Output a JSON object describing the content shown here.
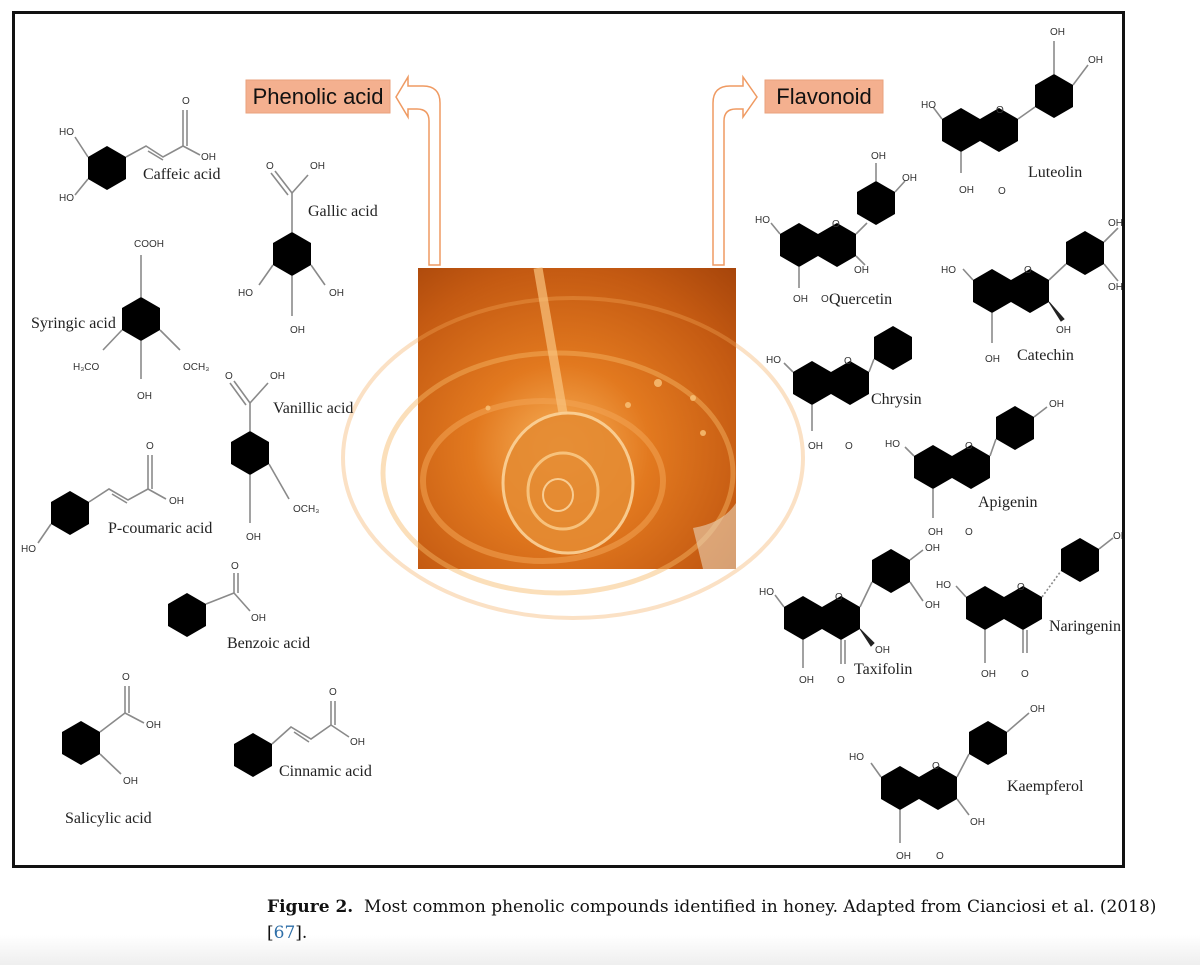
{
  "figure": {
    "categories": {
      "phenolic_acid": "Phenolic acid",
      "flavonoid": "Flavonoid"
    },
    "image_alt": "Honey dripping from a spoon",
    "phenolic_acids": [
      {
        "name": "Caffeic acid",
        "groups": [
          "HO",
          "HO",
          "O",
          "OH"
        ]
      },
      {
        "name": "Gallic acid",
        "groups": [
          "O",
          "OH",
          "HO",
          "OH",
          "OH"
        ]
      },
      {
        "name": "Syringic acid",
        "groups": [
          "COOH",
          "H3CO",
          "OCH3",
          "OH"
        ]
      },
      {
        "name": "Vanillic acid",
        "groups": [
          "O",
          "OH",
          "OCH3",
          "OH"
        ]
      },
      {
        "name": "P-coumaric acid",
        "groups": [
          "O",
          "OH",
          "HO"
        ]
      },
      {
        "name": "Benzoic acid",
        "groups": [
          "O",
          "OH"
        ]
      },
      {
        "name": "Salicylic acid",
        "groups": [
          "O",
          "OH",
          "OH"
        ]
      },
      {
        "name": "Cinnamic acid",
        "groups": [
          "O",
          "OH"
        ]
      }
    ],
    "flavonoids": [
      {
        "name": "Luteolin",
        "groups": [
          "OH",
          "OH",
          "HO",
          "O",
          "OH",
          "O"
        ]
      },
      {
        "name": "Quercetin",
        "groups": [
          "OH",
          "OH",
          "HO",
          "O",
          "OH",
          "OH",
          "O"
        ]
      },
      {
        "name": "Catechin",
        "groups": [
          "OH",
          "OH",
          "HO",
          "O",
          "OH",
          "OH"
        ]
      },
      {
        "name": "Chrysin",
        "groups": [
          "HO",
          "O",
          "OH",
          "O"
        ]
      },
      {
        "name": "Apigenin",
        "groups": [
          "OH",
          "HO",
          "O",
          "OH",
          "O"
        ]
      },
      {
        "name": "Taxifolin",
        "groups": [
          "OH",
          "OH",
          "HO",
          "O",
          "OH",
          "OH",
          "O"
        ]
      },
      {
        "name": "Naringenin",
        "groups": [
          "OH",
          "HO",
          "O",
          "OH",
          "O"
        ]
      },
      {
        "name": "Kaempferol",
        "groups": [
          "OH",
          "HO",
          "O",
          "OH",
          "OH",
          "O"
        ]
      }
    ]
  },
  "caption": {
    "label": "Figure 2.",
    "text": "Most common phenolic compounds identified in honey.  Adapted from Cianciosi et al. (2018) [",
    "ref": "67",
    "tail": "]."
  }
}
